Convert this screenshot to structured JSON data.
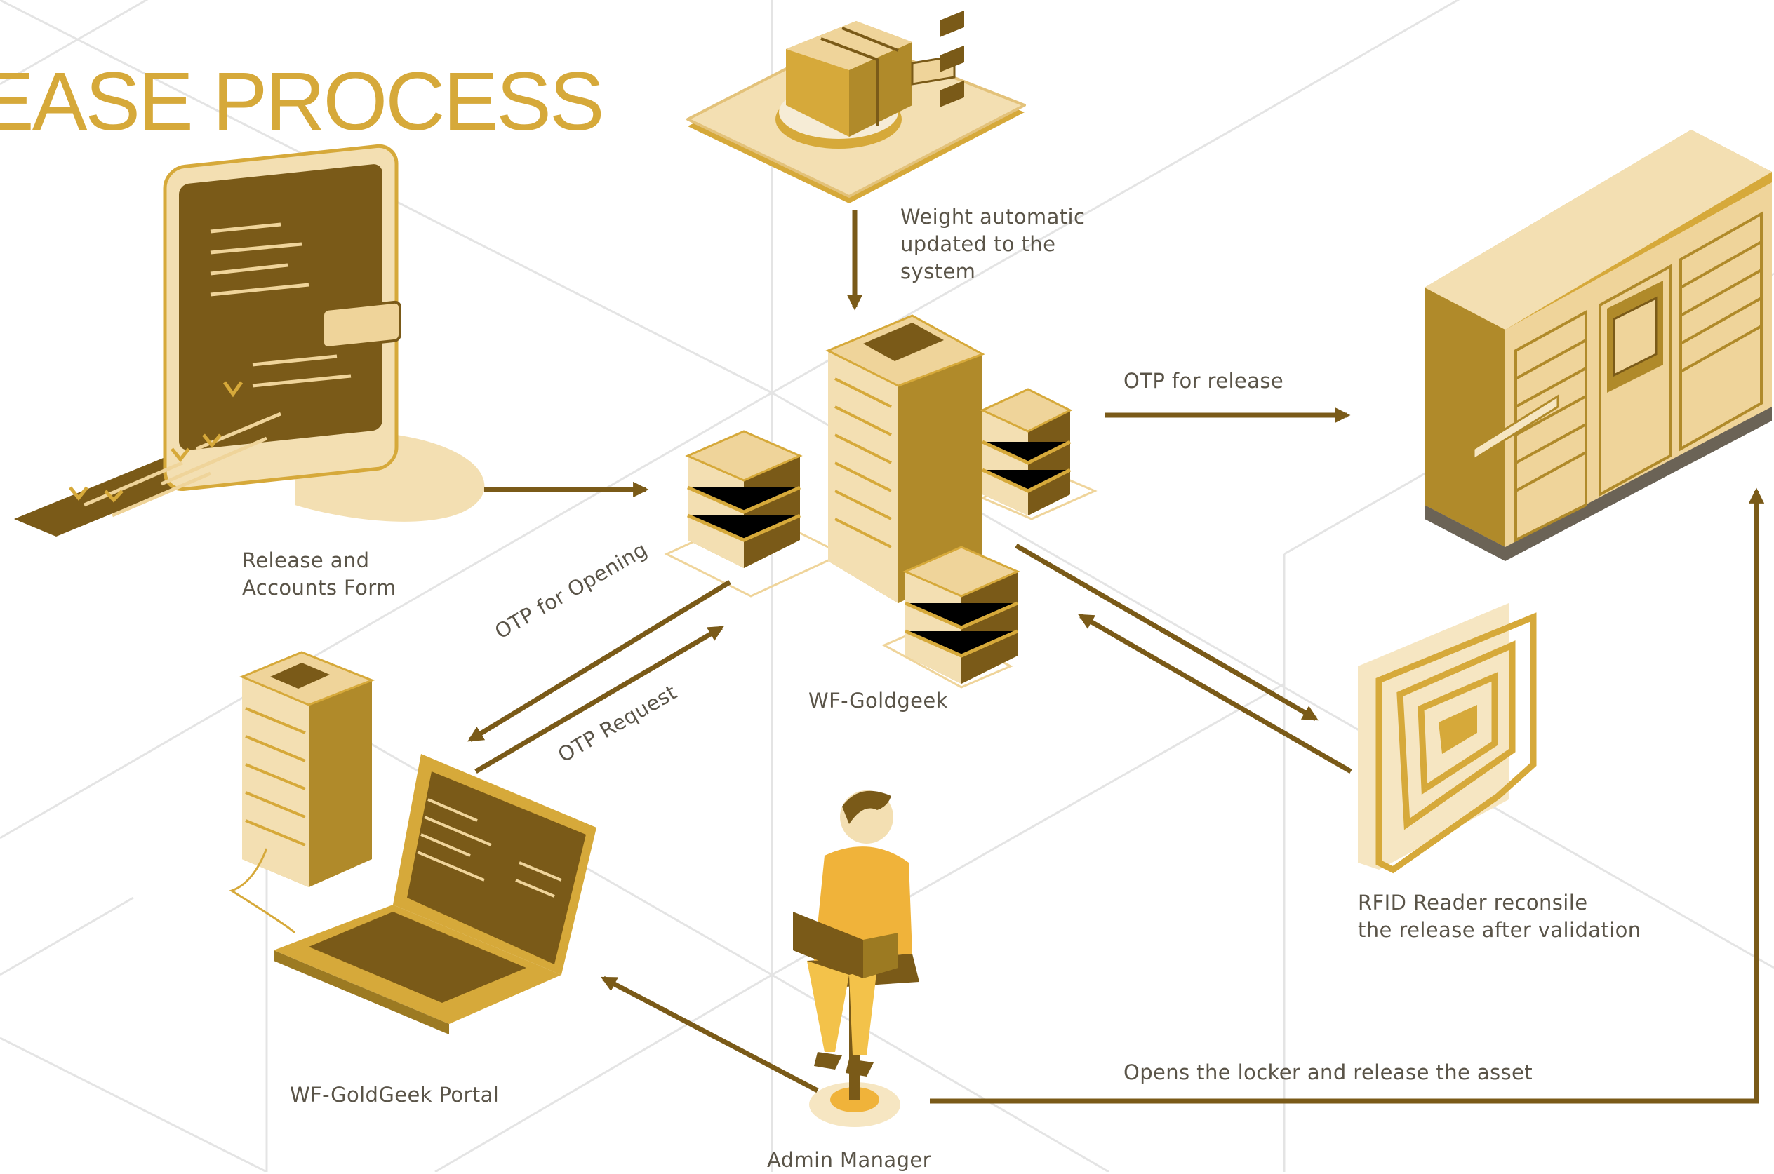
{
  "title": "EASE PROCESS",
  "colors": {
    "gold": "#d6a93a",
    "gold_light": "#efd49a",
    "gold_pale": "#f6e6c2",
    "brown": "#6e5317",
    "brown_mid": "#9c7a22",
    "arrow": "#7a5a18",
    "grid": "#e2e2e2",
    "text": "#5a5448"
  },
  "nodes": {
    "form": {
      "label_line1": "Release and",
      "label_line2": "Accounts Form",
      "icon": "form-document-icon"
    },
    "scale": {
      "label_line1": "Weight automatic",
      "label_line2": "updated to the",
      "label_line3": "system",
      "icon": "parcel-scale-icon"
    },
    "server": {
      "label": "WF-Goldgeek",
      "icon": "server-cluster-icon"
    },
    "locker": {
      "icon": "smart-locker-icon"
    },
    "portal": {
      "label": "WF-GoldGeek Portal",
      "icon": "laptop-server-icon"
    },
    "rfid": {
      "label_line1": "RFID Reader reconsile",
      "label_line2": "the release after validation",
      "icon": "rfid-tag-icon"
    },
    "admin": {
      "label": "Admin Manager",
      "icon": "person-with-laptop-icon"
    }
  },
  "edges": {
    "otp_release": "OTP for release",
    "otp_opening": "OTP for Opening",
    "otp_request": "OTP Request",
    "opens_locker": "Opens the locker and release the asset"
  }
}
